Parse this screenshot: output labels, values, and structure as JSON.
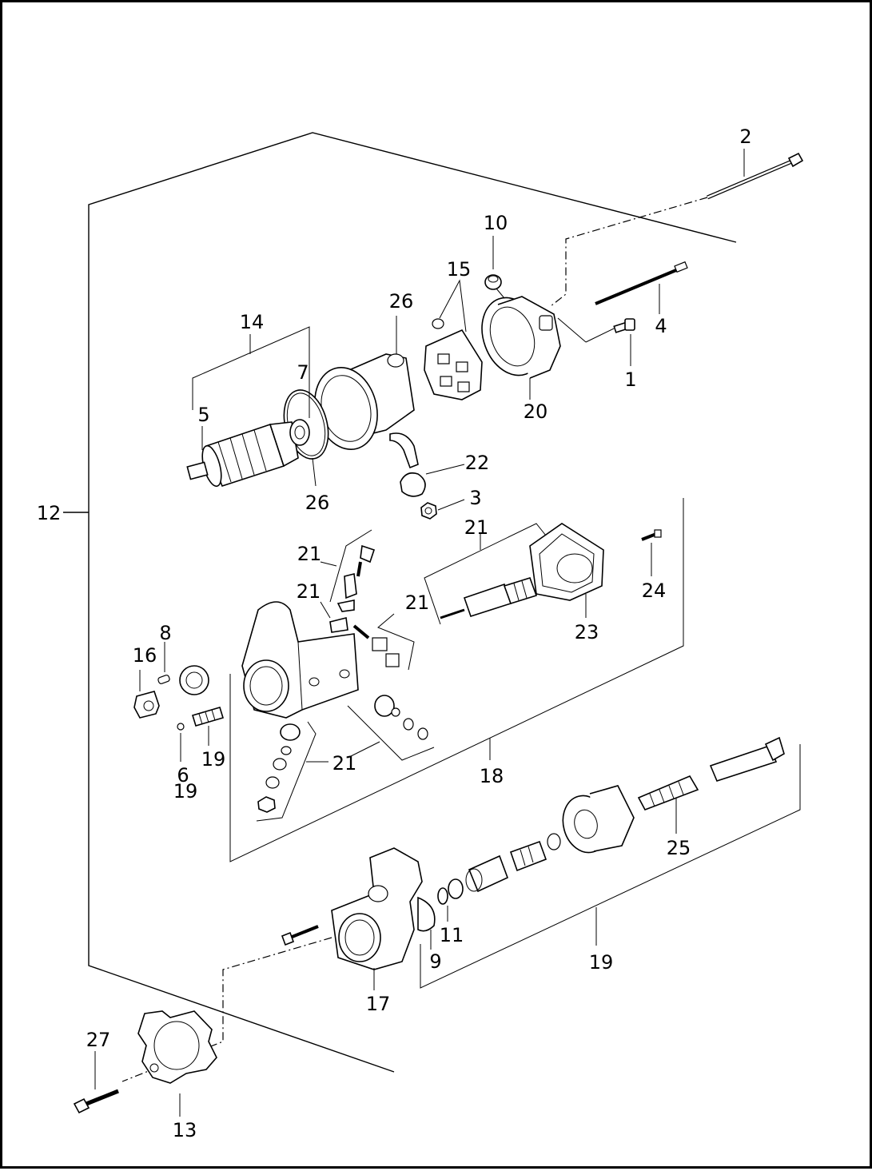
{
  "labels": {
    "l1": "1",
    "l2": "2",
    "l3": "3",
    "l4": "4",
    "l5": "5",
    "l6": "6",
    "l7": "7",
    "l8": "8",
    "l9": "9",
    "l10": "10",
    "l11": "11",
    "l12": "12",
    "l13": "13",
    "l14": "14",
    "l15": "15",
    "l16": "16",
    "l17": "17",
    "l18": "18",
    "l19a": "19",
    "l19b": "19",
    "l19c": "19",
    "l20": "20",
    "l21a": "21",
    "l21b": "21",
    "l21c": "21",
    "l21d": "21",
    "l21e": "21",
    "l22": "22",
    "l23": "23",
    "l24": "24",
    "l25": "25",
    "l26a": "26",
    "l26b": "26",
    "l27": "27"
  }
}
